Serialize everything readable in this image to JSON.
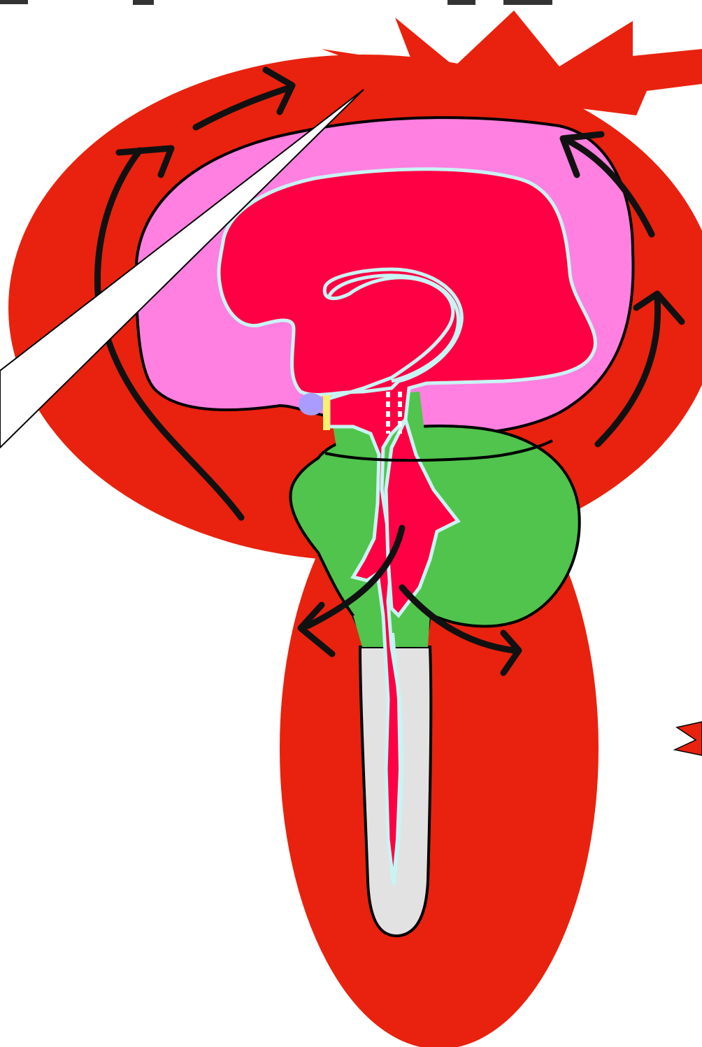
{
  "diagram": {
    "colors": {
      "background": "#ffffff",
      "outer_red": "#e8220e",
      "cerebrum_pink": "#ff80e0",
      "ventricle_red": "#ff0044",
      "ventricle_outline": "#c8f4f4",
      "cerebellum_green": "#50c44c",
      "spinal_cord_gray": "#e2e2e2",
      "outline_black": "#000000",
      "arrow_black": "#111111",
      "pointer_white": "#ffffff"
    },
    "elements": [
      "outer-fluid-space",
      "burst-shape",
      "cerebrum",
      "ventricle-system",
      "cerebellum",
      "spinal-cord",
      "central-canal",
      "flow-arrows",
      "callout-pointer"
    ]
  }
}
